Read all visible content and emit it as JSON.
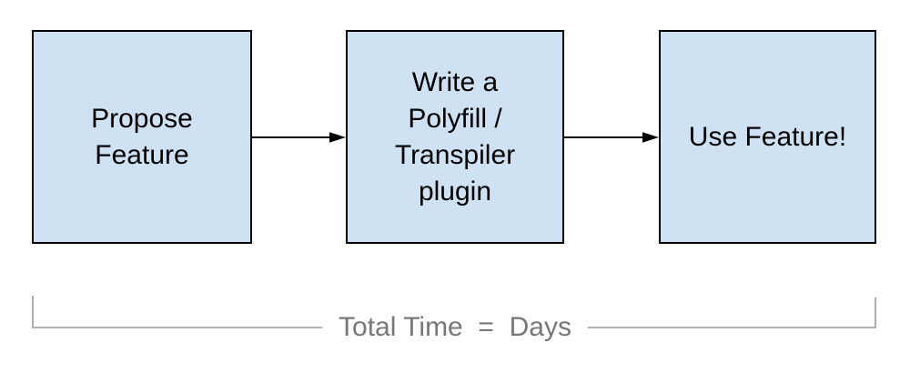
{
  "diagram": {
    "boxes": [
      {
        "lines": [
          "Propose",
          "Feature"
        ]
      },
      {
        "lines": [
          "Write a",
          "Polyfill /",
          "Transpiler",
          "plugin"
        ]
      },
      {
        "lines": [
          "Use Feature!"
        ]
      }
    ],
    "bracket_label": "Total Time  =  Days"
  },
  "colors": {
    "box_fill": "#cfe2f3",
    "box_border": "#000000",
    "arrow": "#000000",
    "bracket_line": "#999999",
    "bracket_text": "#777777"
  }
}
